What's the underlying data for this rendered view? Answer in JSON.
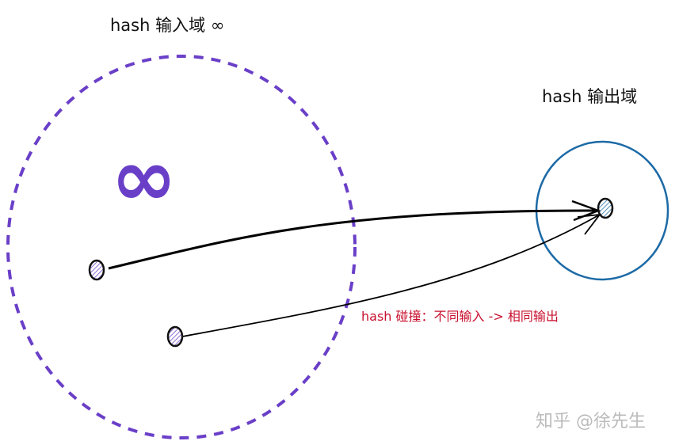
{
  "input_domain": {
    "label": "hash 输入域 ∞",
    "symbol": "∞",
    "color": "#6a3fc8"
  },
  "output_domain": {
    "label": "hash 输出域",
    "color": "#1c6aa6"
  },
  "collision": {
    "label": "hash 碰撞：不同输入 -> 相同输出",
    "color": "#c8102e"
  },
  "watermark": "知乎 @徐先生"
}
